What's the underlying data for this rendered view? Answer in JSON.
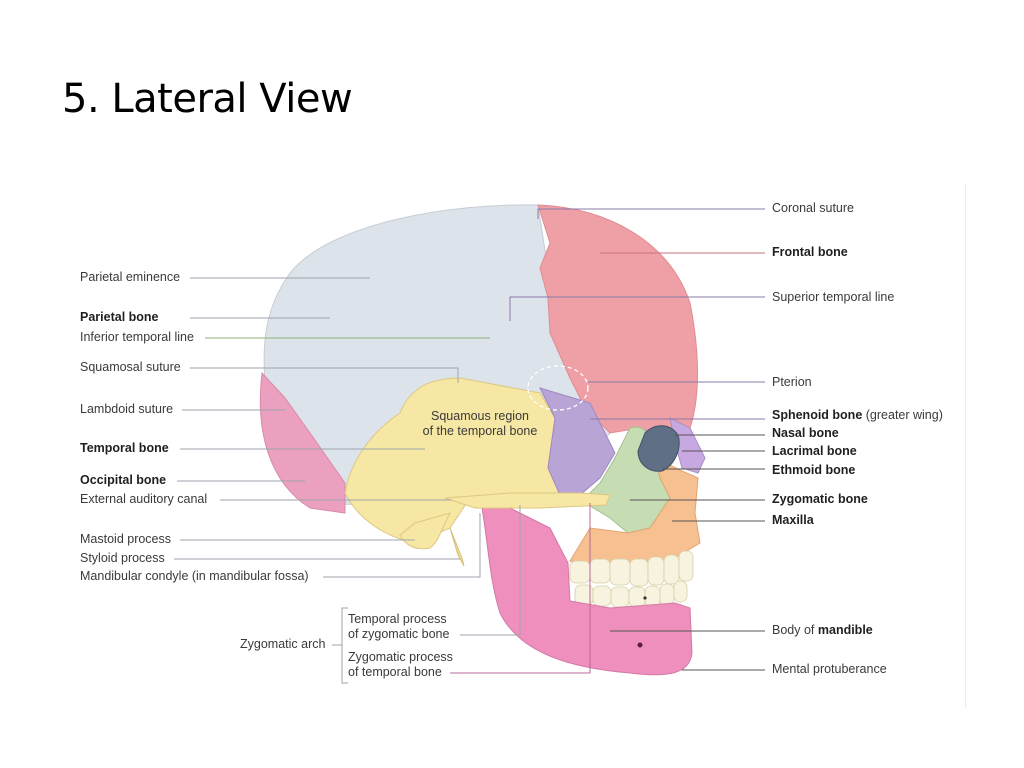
{
  "slide": {
    "title": "5. Lateral View"
  },
  "labels": {
    "coronal_suture": "Coronal suture",
    "frontal_bone": "Frontal bone",
    "superior_temporal_line": "Superior temporal line",
    "pterion": "Pterion",
    "sphenoid_bone": "Sphenoid bone",
    "sphenoid_note": "(greater wing)",
    "nasal_bone": "Nasal bone",
    "lacrimal_bone": "Lacrimal bone",
    "ethmoid_bone": "Ethmoid bone",
    "zygomatic_bone": "Zygomatic bone",
    "maxilla": "Maxilla",
    "body_of": "Body of",
    "mandible": "mandible",
    "mental_protuberance": "Mental protuberance",
    "parietal_eminence": "Parietal eminence",
    "parietal_bone": "Parietal bone",
    "inferior_temporal_line": "Inferior temporal line",
    "squamosal_suture": "Squamosal suture",
    "lambdoid_suture": "Lambdoid suture",
    "temporal_bone": "Temporal bone",
    "occipital_bone": "Occipital bone",
    "external_auditory_canal": "External auditory canal",
    "mastoid_process": "Mastoid process",
    "styloid_process": "Styloid process",
    "mandibular_condyle": "Mandibular condyle (in mandibular fossa)",
    "zygomatic_arch": "Zygomatic arch",
    "temporal_process_line1": "Temporal process",
    "temporal_process_line2": "of zygomatic bone",
    "zygomatic_process_line1": "Zygomatic process",
    "zygomatic_process_line2": "of temporal bone",
    "squamous_region_line1": "Squamous region",
    "squamous_region_line2": "of the temporal bone"
  },
  "colors": {
    "parietal": "#dde3ea",
    "frontal": "#eea0a6",
    "temporal": "#f7e7a4",
    "sphenoid": "#b9a4d6",
    "occipital": "#eba0c0",
    "zygomatic": "#c6dcb3",
    "maxilla": "#f6c090",
    "mandible": "#ee8fbd",
    "nasal": "#c8a8e0",
    "teeth": "#f7f3df"
  }
}
